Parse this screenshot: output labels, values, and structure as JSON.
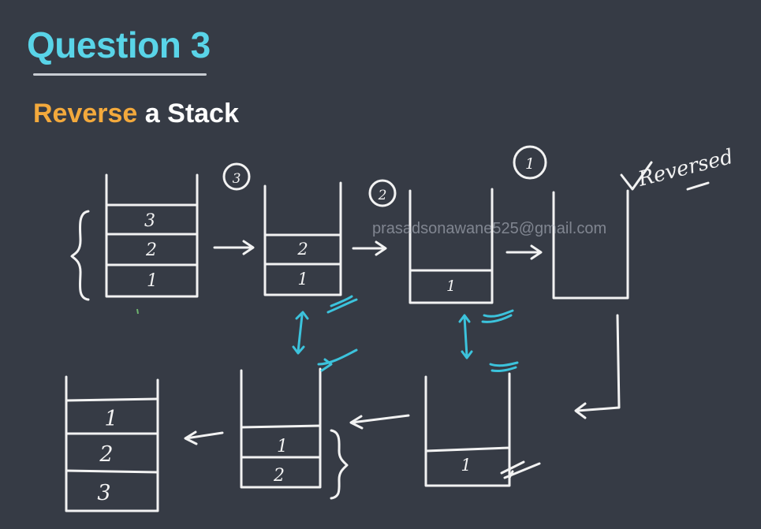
{
  "header": {
    "title": "Question 3",
    "subtitle_highlight": "Reverse",
    "subtitle_rest": "a Stack"
  },
  "watermark": "prasadsonawane525@gmail.com",
  "annotation": "Reversed",
  "steps": [
    "3",
    "2",
    "1"
  ],
  "stacks": {
    "initial": [
      "3",
      "2",
      "1"
    ],
    "after_pop_1": [
      "2",
      "1"
    ],
    "after_pop_2": [
      "1"
    ],
    "empty": [],
    "reinsert_1": [
      "1"
    ],
    "reinsert_2": [
      "1",
      "2"
    ],
    "final": [
      "1",
      "2",
      "3"
    ]
  },
  "colors": {
    "accent_title": "#59d4e8",
    "accent_highlight": "#f3a93c",
    "background": "#363b45"
  }
}
